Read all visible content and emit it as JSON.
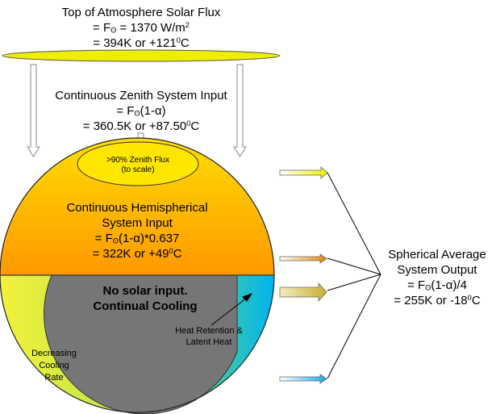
{
  "top_flux": {
    "title": "Top of Atmosphere Solar Flux",
    "line2": "= F",
    "line2_sub": "ʘ",
    "line2_tail": " = 1370 W/m",
    "line2_sup": "2",
    "line3": "= 394K or +121",
    "line3_sup": "0",
    "line3_tail": "C"
  },
  "zenith_input": {
    "title": "Continuous Zenith System Input",
    "line2": "= F",
    "line2_sub": "ʘ",
    "line2_tail": "(1-α)",
    "line3": "= 360.5K or +87.50",
    "line3_sup": "0",
    "line3_tail": "C"
  },
  "zenith_flux_ellipse": {
    "line1": ">90% Zenith Flux",
    "line2": "(to scale)"
  },
  "hemispherical_input": {
    "title_line1": "Continuous Hemispherical",
    "title_line2": "System Input",
    "line3": "= F",
    "line3_sub": "ʘ",
    "line3_tail": "(1-α)*0.637",
    "line4": "= 322K or +49",
    "line4_sup": "0",
    "line4_tail": "C"
  },
  "night_side": {
    "line1": "No solar input.",
    "line2": "Continual Cooling"
  },
  "heat_retention": {
    "line1": "Heat Retention &",
    "line2": "Latent Heat"
  },
  "decreasing_cooling": {
    "line1": "Decreasing",
    "line2": "Cooling",
    "line3": "Rate"
  },
  "spherical_output": {
    "title_line1": "Spherical Average",
    "title_line2": "System Output",
    "line3": "= F",
    "line3_sub": "ʘ",
    "line3_tail": "(1-α)/4",
    "line4": "= 255K or -18",
    "line4_sup": "0",
    "line4_tail": "C"
  },
  "colors": {
    "sun_ellipse": "#eeee00",
    "day_top": "#ffdd00",
    "day_bottom": "#ff9800",
    "night_core": "#767676",
    "ring_left": "#f2f23a",
    "ring_right": "#00b4f0",
    "arrow_yellow": "#f0f000",
    "arrow_orange": "#e08a00",
    "arrow_olive": "#c8b030",
    "arrow_blue": "#1aa8e8"
  }
}
